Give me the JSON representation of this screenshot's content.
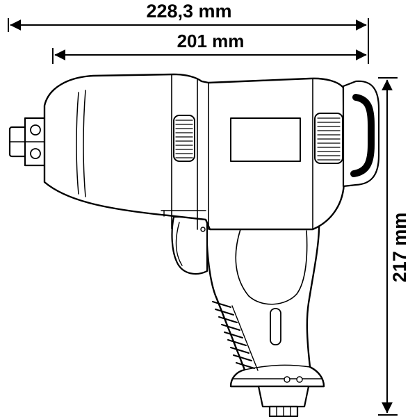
{
  "figure": {
    "dimensions": {
      "overall_length_label": "228,3 mm",
      "body_length_label": "201 mm",
      "height_label": "217 mm"
    },
    "colors": {
      "line": "#000000",
      "background": "#ffffff"
    }
  }
}
